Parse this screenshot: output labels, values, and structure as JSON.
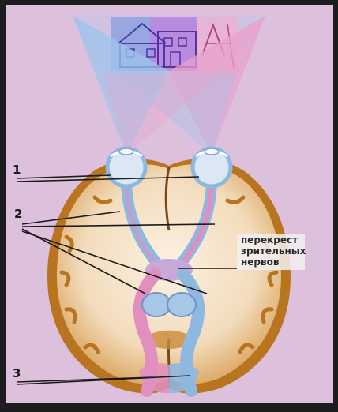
{
  "labels": {
    "one": "1",
    "two": "2",
    "three": "3",
    "chiasm_line1": "перекрест",
    "chiasm_line2": "зрительных",
    "chiasm_line3": "нервов"
  },
  "colors": {
    "frame": "#1d1d1f",
    "background": "#dcc0dc",
    "cortex": "#b8741f",
    "white_matter": "#f4e2c8",
    "right_visual_field": "#8fb8e0",
    "left_visual_field": "#e08fbf",
    "eye": "#dbe8f4"
  }
}
